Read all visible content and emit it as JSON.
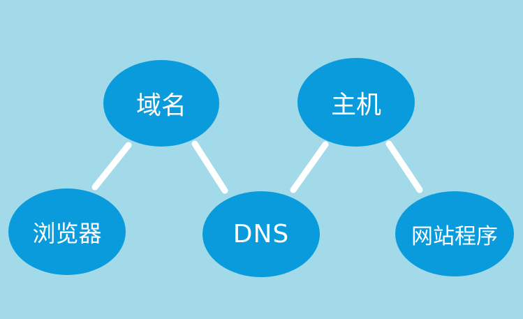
{
  "nodes": {
    "domain": "域名",
    "host": "主机",
    "browser": "浏览器",
    "dns": "DNS",
    "site": "网站程序"
  },
  "edges": [
    [
      "domain",
      "browser"
    ],
    [
      "domain",
      "dns"
    ],
    [
      "host",
      "dns"
    ],
    [
      "host",
      "site"
    ]
  ],
  "colors": {
    "background": "#a3daea",
    "node_fill": "#0a9bdc",
    "text": "#ffffff",
    "edge": "#ffffff"
  }
}
